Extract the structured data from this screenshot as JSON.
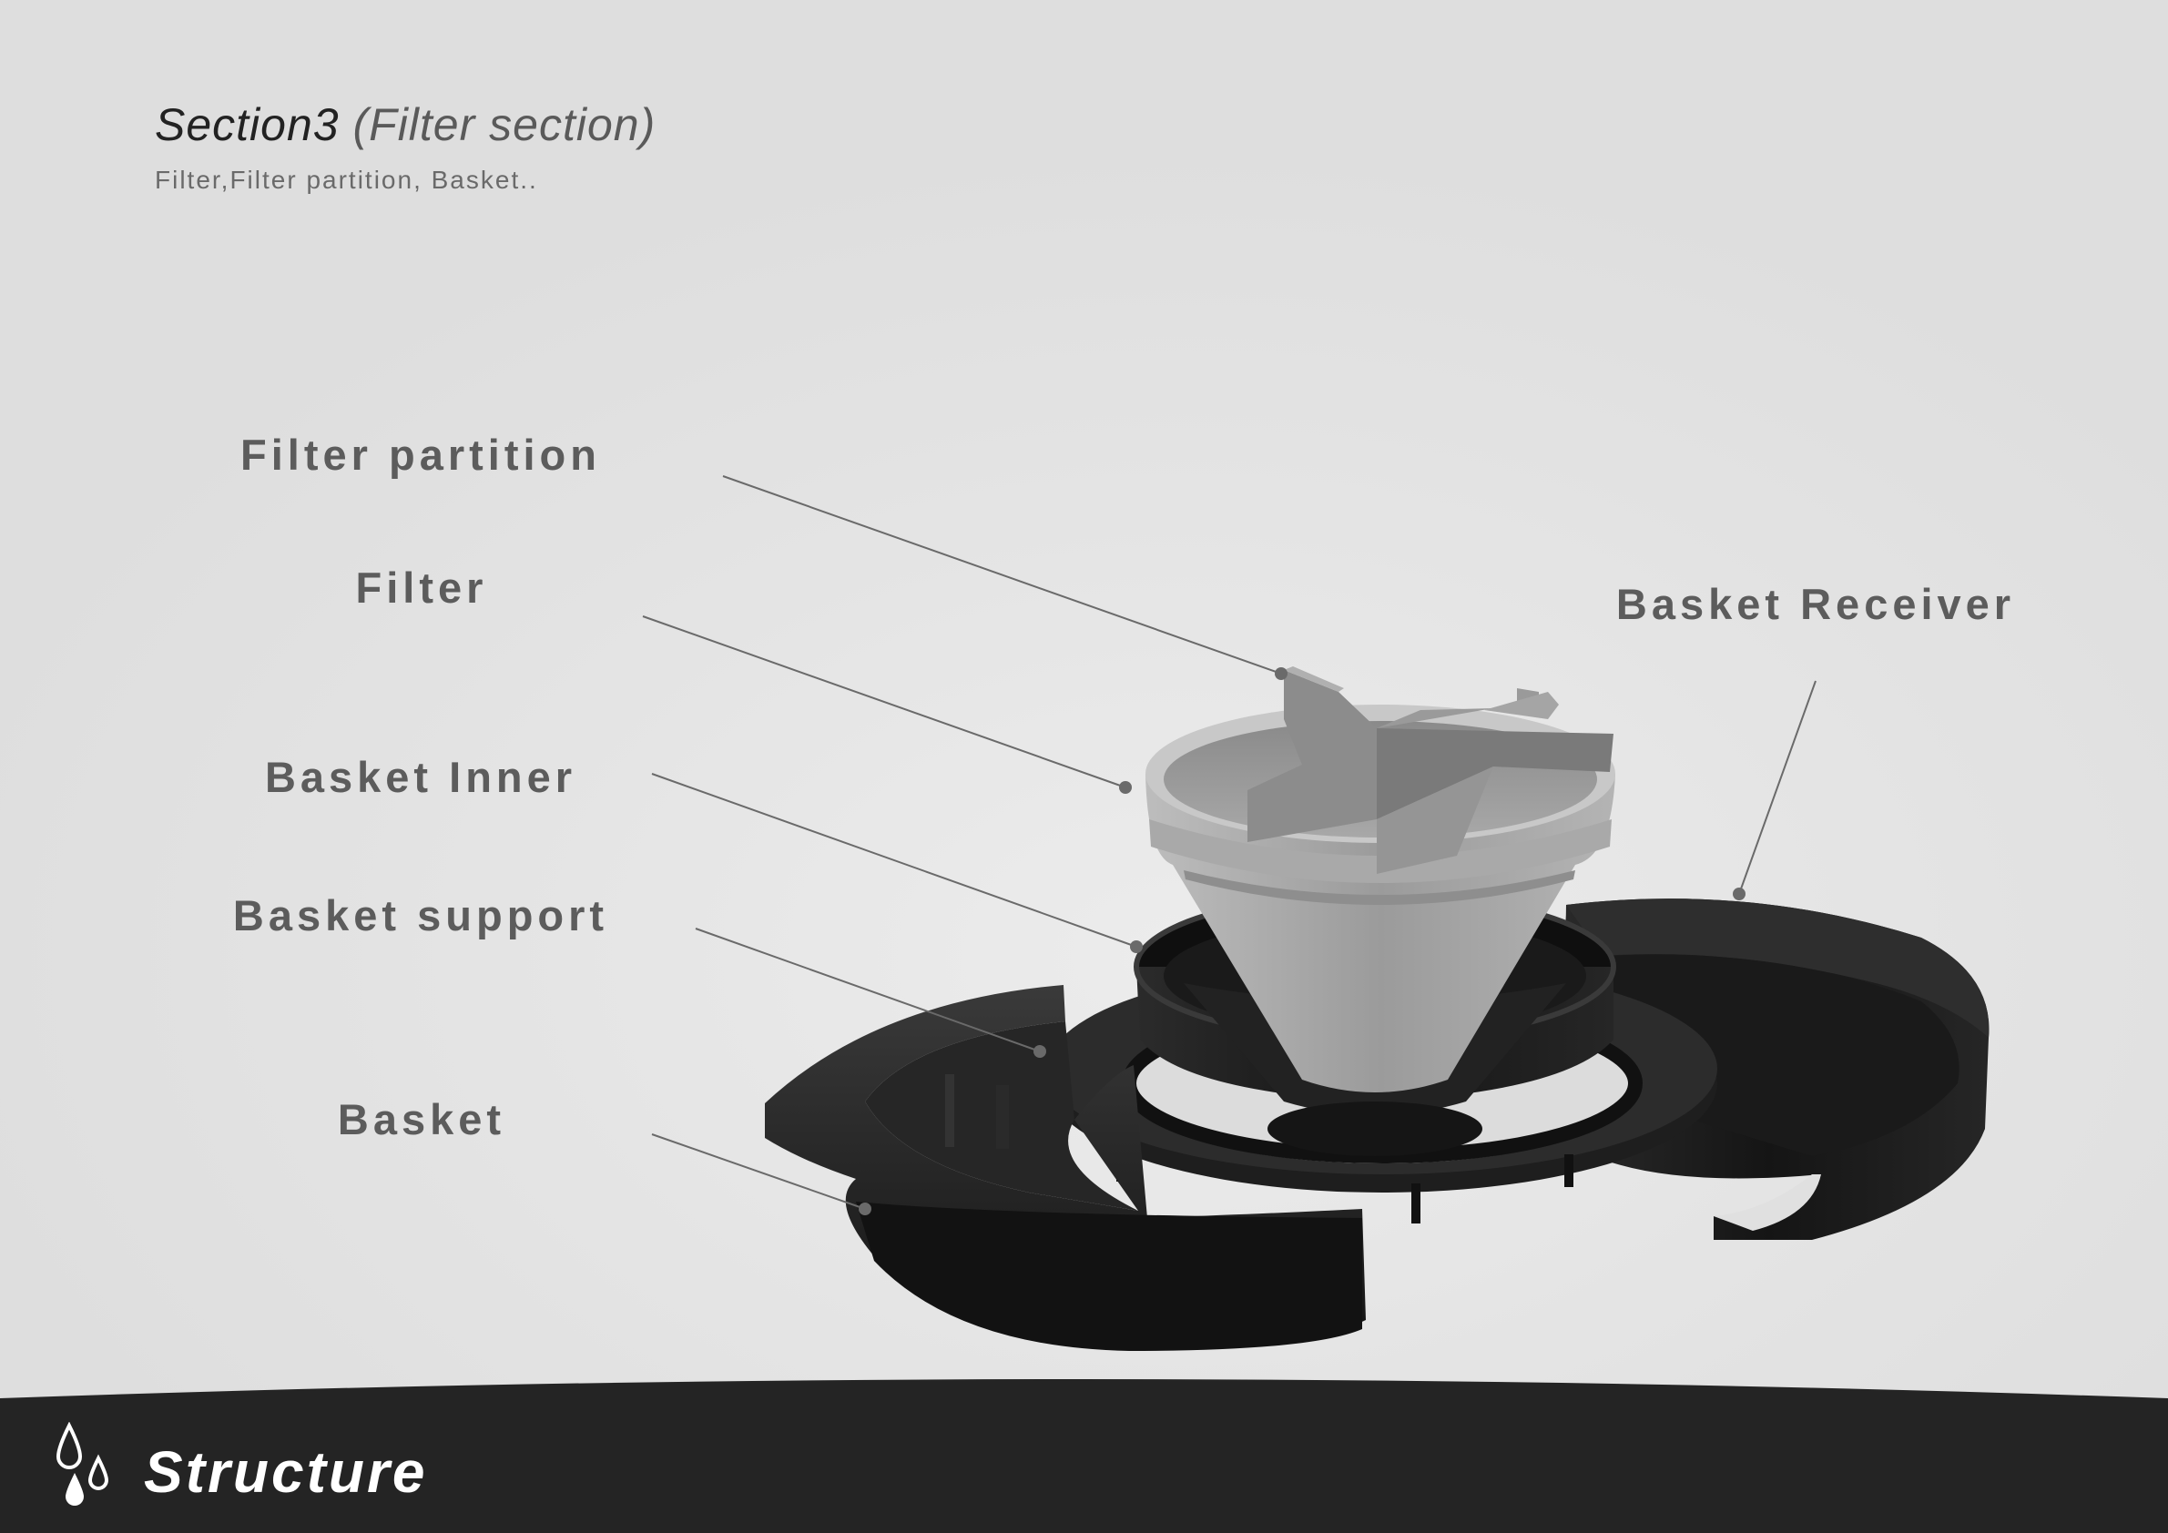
{
  "header": {
    "title": "Section3",
    "title_paren": "(Filter section)",
    "subtitle": "Filter,Filter partition, Basket.."
  },
  "callouts": {
    "filter_partition": "Filter partition",
    "filter": "Filter",
    "basket_inner": "Basket Inner",
    "basket_support": "Basket support",
    "basket": "Basket",
    "basket_receiver": "Basket Receiver"
  },
  "footer": {
    "title": "Structure",
    "icon": "water-drops-icon"
  },
  "colors": {
    "background": "#e2e2e2",
    "footer": "#242424",
    "label": "#5c5c5c",
    "leader_line": "#6a6a6a",
    "filter_gray": "#9a9a9a",
    "part_black": "#1c1c1c"
  }
}
